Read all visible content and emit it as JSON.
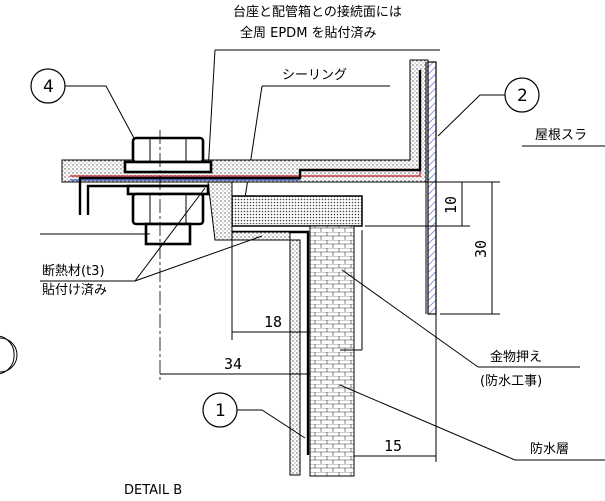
{
  "header": {
    "line1": "台座と配管箱との接続面には",
    "line2": "全周 EPDM を貼付済み"
  },
  "labels": {
    "sealing": "シーリング",
    "roof_slab": "屋根スラ",
    "insulation_line1": "断熱材(t3)",
    "insulation_line2": "貼付け済み",
    "metal_press_line1": "金物押え",
    "metal_press_line2": "(防水工事)",
    "waterproof_layer": "防水層",
    "detail_title": "DETAIL B"
  },
  "callouts": {
    "c1": "1",
    "c2": "2",
    "c4": "4"
  },
  "dimensions": {
    "d10": "10",
    "d30": "30",
    "d18": "18",
    "d34": "34",
    "d15": "15"
  },
  "colors": {
    "line": "#000000",
    "gasket_red": "#d04040",
    "gasket_blue": "#3a5fcf",
    "stipple_bg": "#e8e8e8"
  }
}
